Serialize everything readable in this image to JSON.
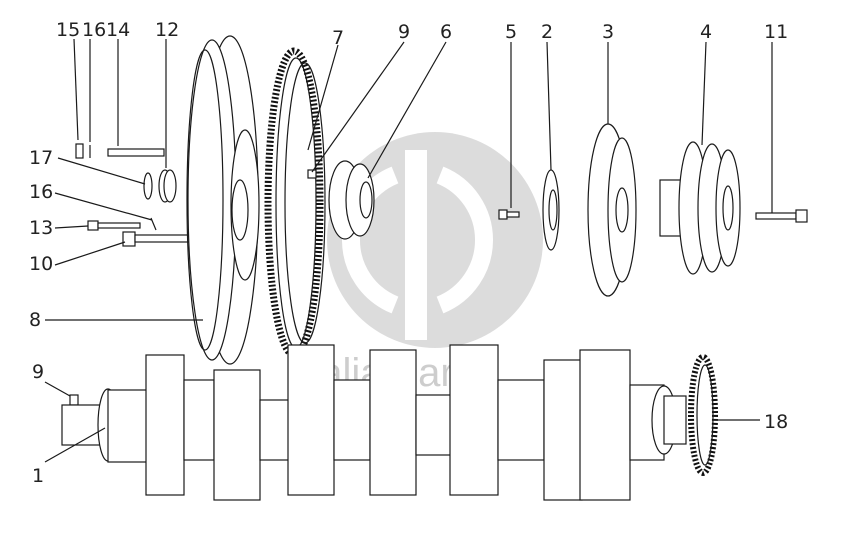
{
  "diagram": {
    "callouts": [
      {
        "id": "c1",
        "text": "1"
      },
      {
        "id": "c2",
        "text": "2"
      },
      {
        "id": "c3",
        "text": "3"
      },
      {
        "id": "c4",
        "text": "4"
      },
      {
        "id": "c5",
        "text": "5"
      },
      {
        "id": "c6",
        "text": "6"
      },
      {
        "id": "c7",
        "text": "7"
      },
      {
        "id": "c8",
        "text": "8"
      },
      {
        "id": "c9a",
        "text": "9"
      },
      {
        "id": "c9b",
        "text": "9"
      },
      {
        "id": "c10",
        "text": "10"
      },
      {
        "id": "c11",
        "text": "11"
      },
      {
        "id": "c12",
        "text": "12"
      },
      {
        "id": "c13",
        "text": "13"
      },
      {
        "id": "c14",
        "text": "14"
      },
      {
        "id": "c15",
        "text": "15"
      },
      {
        "id": "c16a",
        "text": "16"
      },
      {
        "id": "c16b",
        "text": "16"
      },
      {
        "id": "c17",
        "text": "17"
      },
      {
        "id": "c18",
        "text": "18"
      }
    ]
  },
  "watermark": {
    "text": "dalia-parts",
    "color": "#c8c8c8"
  }
}
